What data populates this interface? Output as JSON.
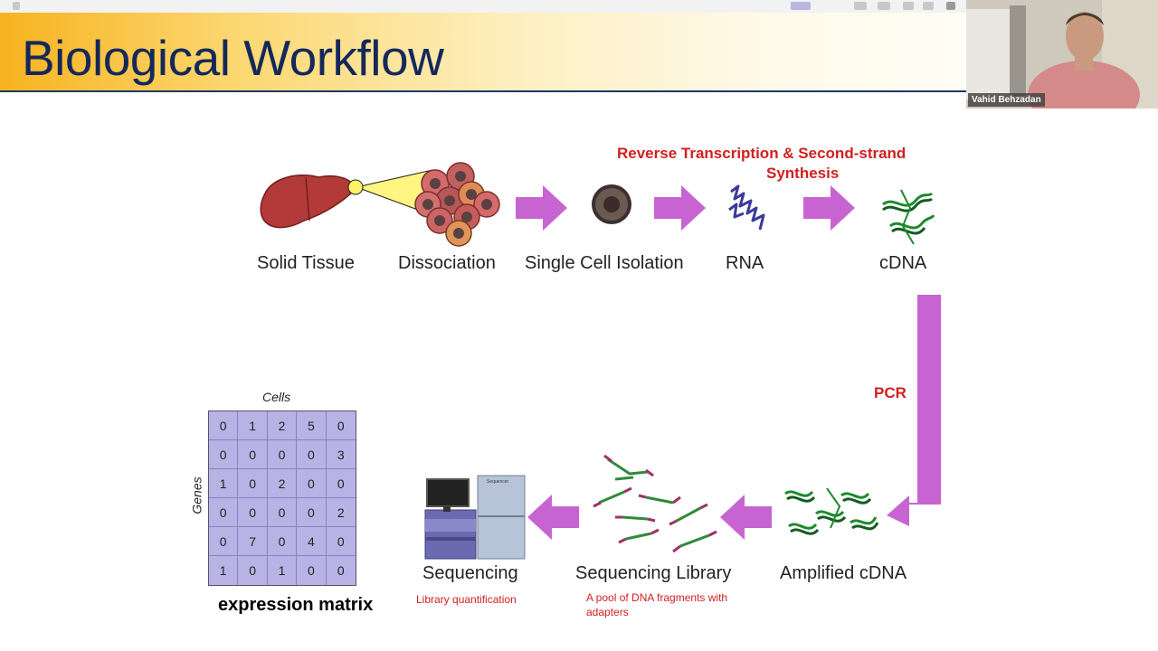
{
  "slide": {
    "title": "Biological Workflow"
  },
  "webcam": {
    "presenter_name": "Vahid Behzadan"
  },
  "workflow": {
    "steps": {
      "solid_tissue": "Solid Tissue",
      "dissociation": "Dissociation",
      "single_cell_isolation": "Single Cell Isolation",
      "rna": "RNA",
      "cdna": "cDNA",
      "amplified_cdna": "Amplified cDNA",
      "sequencing_library": "Sequencing Library",
      "sequencing": "Sequencing"
    },
    "annotations": {
      "rt_line1": "Reverse Transcription & Second-strand",
      "rt_line2": "Synthesis",
      "pcr": "PCR",
      "library_note": "A pool of DNA fragments with adapters",
      "sequencing_note": "Library quantification"
    },
    "sequencer_label": "Sequencer"
  },
  "expression_matrix": {
    "caption": "expression matrix",
    "columns_label": "Cells",
    "rows_label": "Genes",
    "rows": [
      [
        "0",
        "1",
        "2",
        "5",
        "0"
      ],
      [
        "0",
        "0",
        "0",
        "0",
        "3"
      ],
      [
        "1",
        "0",
        "2",
        "0",
        "0"
      ],
      [
        "0",
        "0",
        "0",
        "0",
        "2"
      ],
      [
        "0",
        "7",
        "0",
        "4",
        "0"
      ],
      [
        "1",
        "0",
        "1",
        "0",
        "0"
      ]
    ]
  },
  "colors": {
    "title_text": "#14285a",
    "arrow_purple": "#c864d2",
    "annotation_red": "#d21f1f",
    "matrix_fill": "#b9b2e4"
  }
}
